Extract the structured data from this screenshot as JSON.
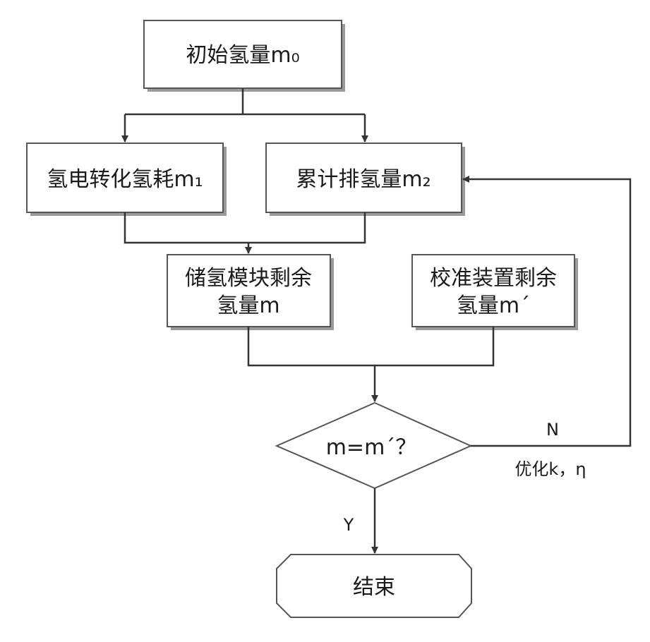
{
  "nodes": {
    "initial": "初始氢量m₀",
    "consumption": "氢电转化氢耗m₁",
    "exhaust": "累计排氢量m₂",
    "storage_line1": "储氢模块剩余",
    "storage_line2": "氢量m",
    "calibration_line1": "校准装置剩余",
    "calibration_line2": "氢量m´",
    "decision": "m=m´？",
    "end": "结束"
  },
  "edges": {
    "no_label": "N",
    "optimize_label": "优化k，η",
    "yes_label": "Y"
  }
}
